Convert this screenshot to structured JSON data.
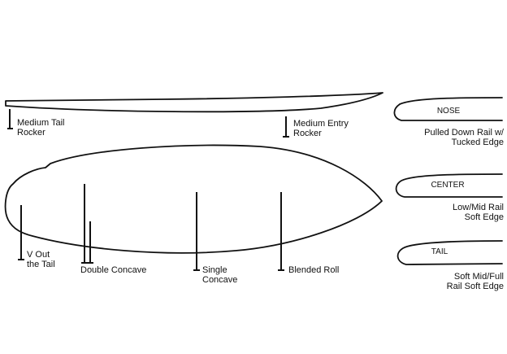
{
  "diagram": {
    "rocker_labels": {
      "tail": "Medium Tail\nRocker",
      "entry": "Medium Entry\nRocker"
    },
    "bottom_labels": {
      "v_out": "V Out\nthe Tail",
      "double_concave": "Double Concave",
      "single_concave": "Single\nConcave",
      "blended_roll": "Blended Roll"
    },
    "rails": [
      {
        "section": "NOSE",
        "description": "Pulled Down Rail w/\nTucked Edge"
      },
      {
        "section": "CENTER",
        "description": "Low/Mid Rail\nSoft Edge"
      },
      {
        "section": "TAIL",
        "description": "Soft Mid/Full\nRail Soft Edge"
      }
    ]
  },
  "colors": {
    "line": "#111111",
    "background": "#ffffff"
  }
}
